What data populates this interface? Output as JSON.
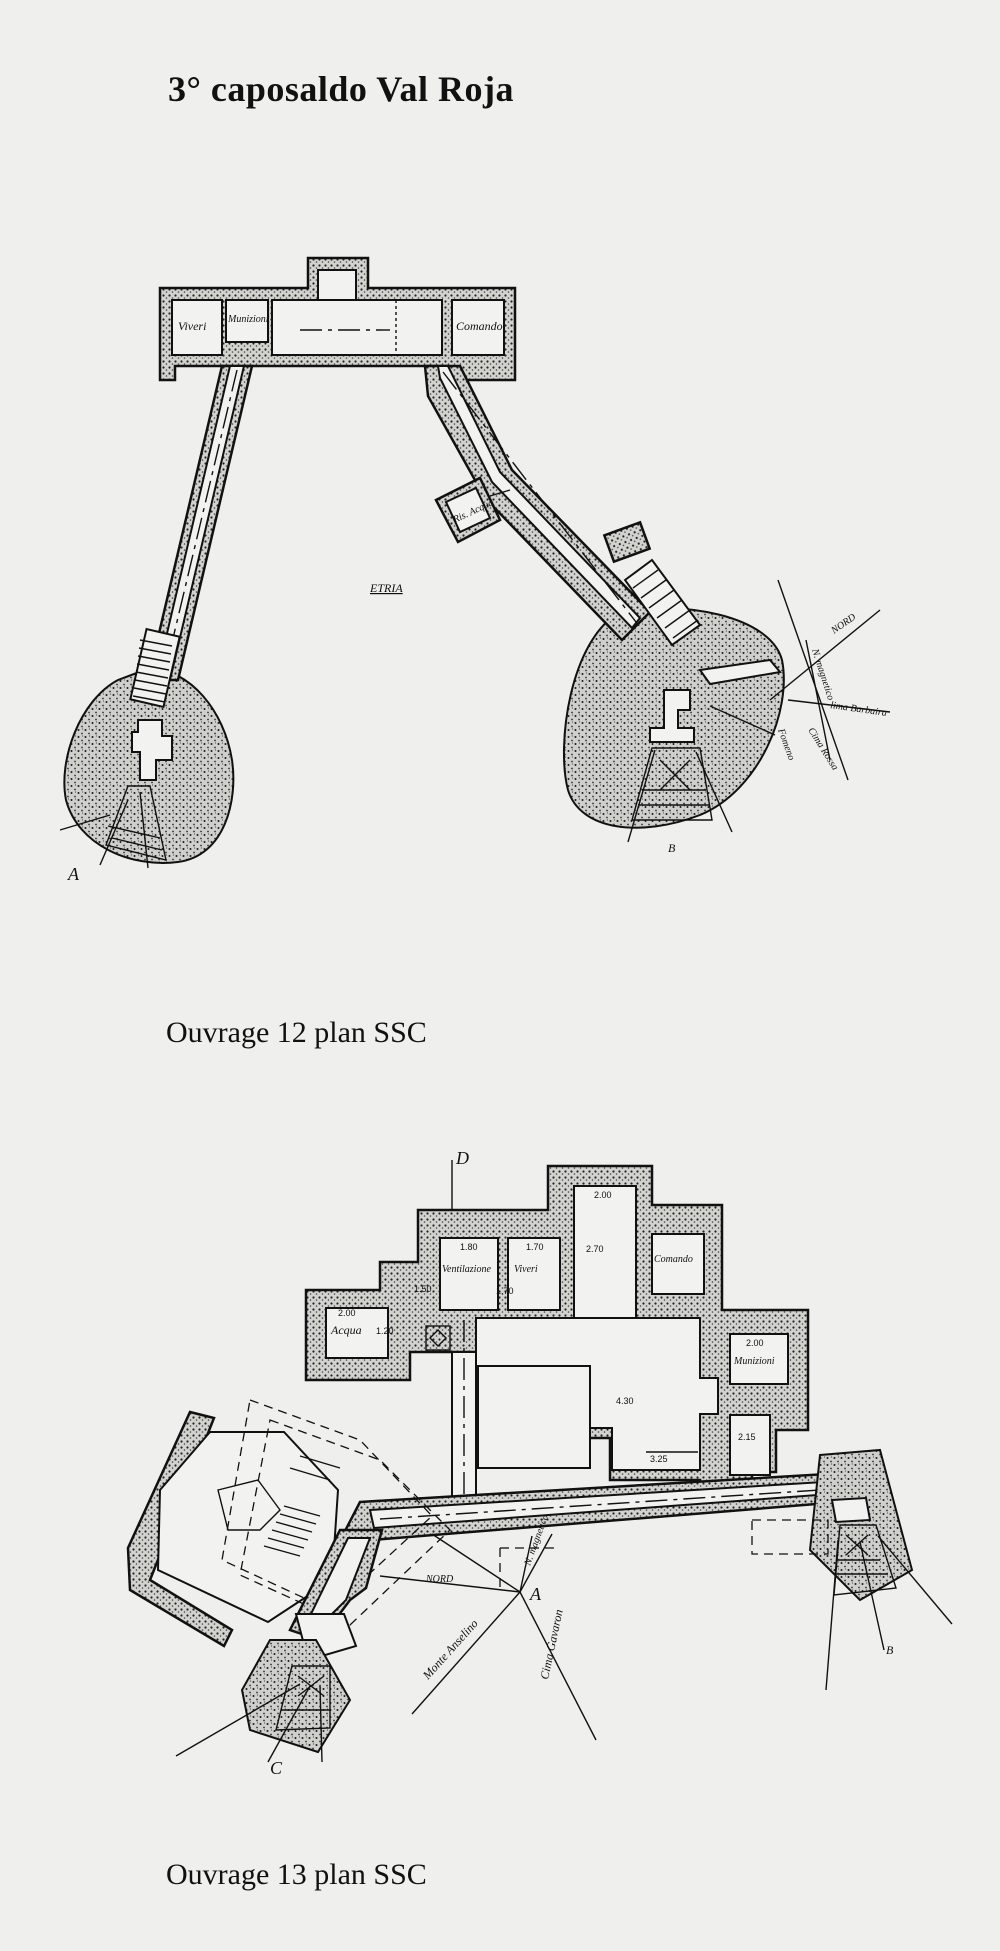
{
  "page_title": "3° caposaldo Val Roja",
  "plan1": {
    "caption": "Ouvrage 12  plan SSC",
    "rooms": {
      "viveri": "Viveri",
      "munizioni": "Munizioni",
      "comando": "Comando",
      "side_room": "Ris. Acqua"
    },
    "area_label": "ETRIA",
    "compass": {
      "nord": "NORD",
      "mag": "N. magnetico",
      "line1": "lima Barbaira",
      "line2": "Cima Rossa",
      "line3": "Fomeno"
    },
    "points": {
      "a": "A",
      "b": "B"
    }
  },
  "plan2": {
    "caption": "Ouvrage 13 plan SSC",
    "rooms": {
      "acqua": "Acqua",
      "ventilazione": "Ventilazione",
      "viveri": "Viveri",
      "comando": "Comando",
      "munizioni": "Munizioni"
    },
    "dims": {
      "acqua_w": "2.00",
      "acqua_h": "1.20",
      "vent_w": "1.80",
      "vent_x": "1.50",
      "viveri_w": "1.70",
      "viveri_h": "1.70",
      "top_w": "2.00",
      "top_h": "2.70",
      "main_h": "4.30",
      "bottom_w": "3.25",
      "mun_w": "2.00",
      "side_h": "2.15"
    },
    "compass": {
      "nord": "NORD",
      "mag": "N. magnetico",
      "line1": "Monte Anselino",
      "line2": "Cima Gavaron"
    },
    "points": {
      "a": "A",
      "b": "B",
      "c": "C",
      "d": "D"
    }
  }
}
